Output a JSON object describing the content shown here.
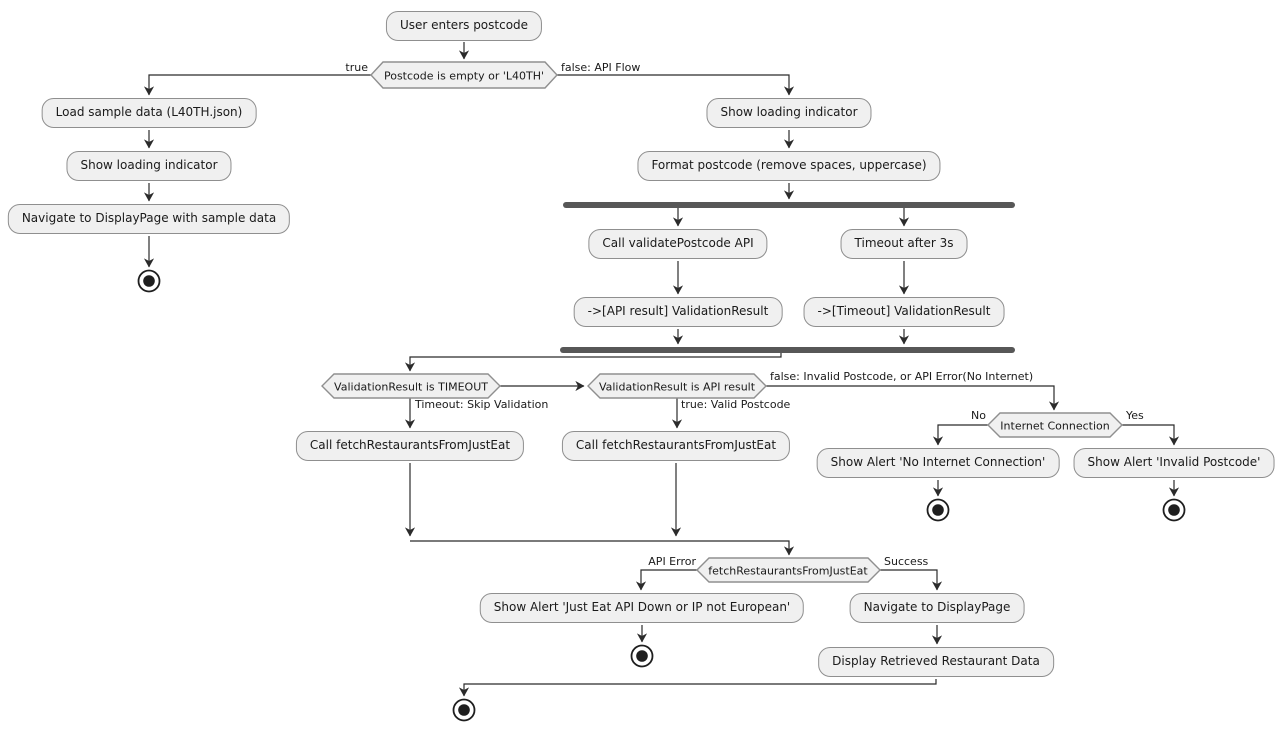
{
  "nodes": {
    "user_enters_postcode": "User enters postcode",
    "load_sample_data": "Load sample data (L40TH.json)",
    "show_loading_left": "Show loading indicator",
    "navigate_sample": "Navigate to DisplayPage with sample data",
    "show_loading_right": "Show loading indicator",
    "format_postcode": "Format postcode (remove spaces, uppercase)",
    "call_validate_api": "Call validatePostcode API",
    "timeout_3s": "Timeout after 3s",
    "api_result_validation": "->[API result] ValidationResult",
    "timeout_validation": "->[Timeout] ValidationResult",
    "fetch_left": "Call fetchRestaurantsFromJustEat",
    "fetch_right": "Call fetchRestaurantsFromJustEat",
    "alert_no_internet": "Show Alert 'No Internet Connection'",
    "alert_invalid_postcode": "Show Alert 'Invalid Postcode'",
    "alert_api_down": "Show Alert 'Just Eat API Down or IP not European'",
    "navigate_display": "Navigate to DisplayPage",
    "display_data": "Display Retrieved Restaurant Data"
  },
  "decisions": {
    "postcode_check": "Postcode is empty or 'L40TH'",
    "is_timeout": "ValidationResult is TIMEOUT",
    "is_api_result": "ValidationResult is API result",
    "internet_connection": "Internet Connection",
    "fetch_result": "fetchRestaurantsFromJustEat"
  },
  "edge_labels": {
    "true_branch": "true",
    "false_api_flow": "false: API Flow",
    "timeout_skip": "Timeout: Skip Validation",
    "true_valid": "true: Valid Postcode",
    "false_invalid": "false: Invalid Postcode, or API Error(No Internet)",
    "no": "No",
    "yes": "Yes",
    "api_error": "API Error",
    "success": "Success"
  },
  "colors": {
    "node_fill": "#f0f0f0",
    "node_border": "#8f8f8f",
    "bar_color": "#575757",
    "line_color": "#2b2b2b",
    "text_color": "#1a1a1a",
    "background": "#ffffff"
  }
}
